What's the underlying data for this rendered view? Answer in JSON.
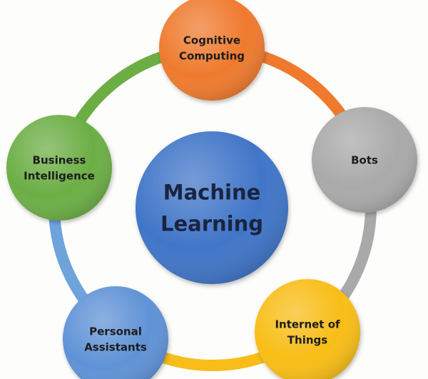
{
  "diagram": {
    "center": {
      "lines": [
        "Machine",
        "Learning"
      ],
      "color": "#3f74c8",
      "text_color": "#1a2440"
    },
    "nodes": [
      {
        "id": "cognitive-computing",
        "lines": [
          "Cognitive",
          "Computing"
        ],
        "color": "#ef7a2e",
        "text_color": "#1d1d1d"
      },
      {
        "id": "bots",
        "lines": [
          "Bots"
        ],
        "color": "#a9a9a9",
        "text_color": "#1d1d1d"
      },
      {
        "id": "internet-of-things",
        "lines": [
          "Internet of",
          "Things"
        ],
        "color": "#f8bd19",
        "text_color": "#1d1d1d"
      },
      {
        "id": "personal-assistants",
        "lines": [
          "Personal",
          "Assistants"
        ],
        "color": "#5f92d6",
        "text_color": "#1d1d1d"
      },
      {
        "id": "business-intelligence",
        "lines": [
          "Business",
          "Intelligence"
        ],
        "color": "#6cae44",
        "text_color": "#1d1d1d"
      }
    ],
    "ring_segment_colors": [
      "#ef7a2e",
      "#a9a9a9",
      "#f8bd19",
      "#6ea3dc",
      "#6cae44"
    ]
  }
}
